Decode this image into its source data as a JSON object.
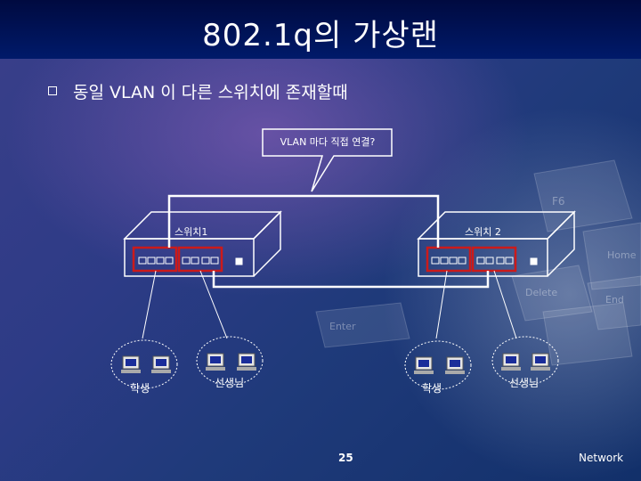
{
  "slide": {
    "title": "802.1q의 가상랜",
    "bullet": "동일 VLAN 이 다른 스위치에 존재할때",
    "callout": "VLAN 마다 직접 연결?",
    "switch1_label": "스위치1",
    "switch2_label": "스위치 2",
    "group_left_a": "학생",
    "group_left_b": "선생님",
    "group_right_a": "학생",
    "group_right_b": "선생님",
    "page_number": "25",
    "footer": "Network"
  },
  "background_keys": [
    "F6",
    "Home",
    "Delete",
    "End",
    "Enter"
  ],
  "colors": {
    "title_bar": "#001a6a",
    "vlan_box": "#cc1a1a",
    "line": "#ffffff"
  }
}
